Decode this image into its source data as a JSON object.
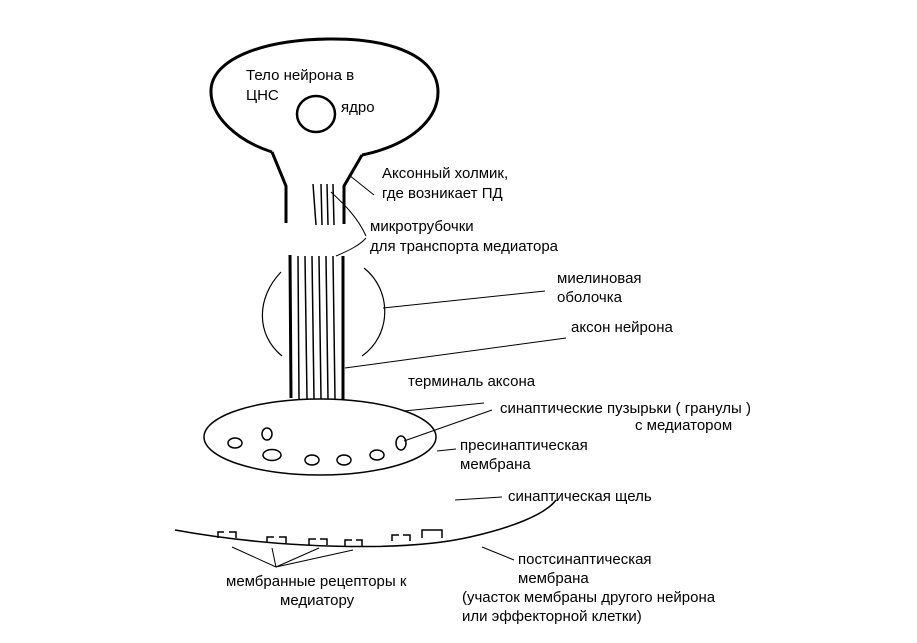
{
  "labels": {
    "cell_body_1": "Тело нейрона в",
    "cell_body_2": "ЦНС",
    "nucleus": "ядро",
    "hillock_1": "Аксонный холмик,",
    "hillock_2": "где возникает ПД",
    "microtubules_1": "микротрубочки",
    "microtubules_2": "для транспорта медиатора",
    "myelin_1": "миелиновая",
    "myelin_2": "оболочка",
    "axon": "аксон нейрона",
    "terminal": "терминаль аксона",
    "vesicles_1": "синаптические пузырьки  ( гранулы )",
    "vesicles_2": "с медиатором",
    "presynaptic_1": "пресинаптическая",
    "presynaptic_2": "мембрана",
    "cleft": "синаптическая щель",
    "postsynaptic_1": "постсинаптическая",
    "postsynaptic_2": "мембрана",
    "postsynaptic_3": "(участок мембраны другого нейрона",
    "postsynaptic_4": "или эффекторной клетки)",
    "receptors_1": "мембранные рецепторы к",
    "receptors_2": "медиатору"
  },
  "colors": {
    "ink": "#000000",
    "background": "#ffffff"
  }
}
